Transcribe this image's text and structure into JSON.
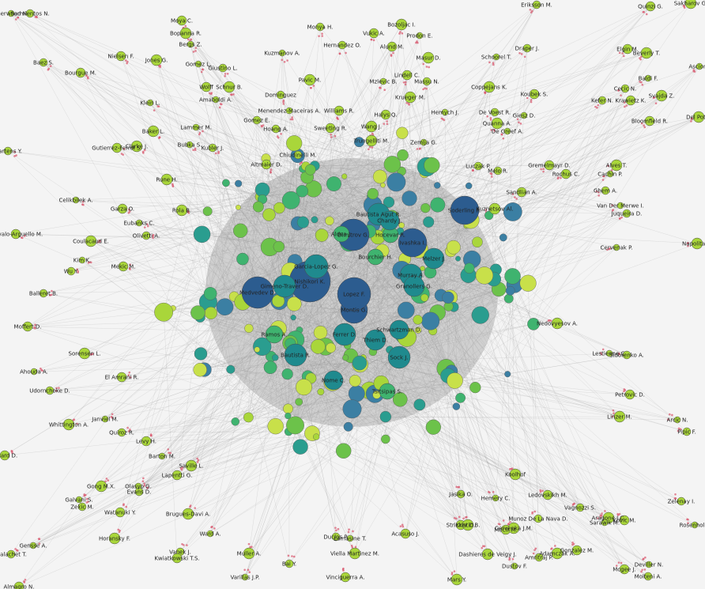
{
  "graph": {
    "node_color_small": "#a9d63a",
    "node_color_mid": "#3fb36f",
    "node_color_large": "#1f8a8e",
    "node_color_center": "#2c5c8f",
    "edge_color": "#9a9a9a",
    "arrow_color": "#d9536a",
    "nodes": [
      {
        "label": "Sherwood N."
      },
      {
        "label": "Sarmientos N."
      },
      {
        "label": "Moya C."
      },
      {
        "label": "Bopanna R."
      },
      {
        "label": "Bergs Z."
      },
      {
        "label": "Monya H."
      },
      {
        "label": "Vukic A."
      },
      {
        "label": "Bozoljac I."
      },
      {
        "label": "Prodon E."
      },
      {
        "label": "Eriksson M."
      },
      {
        "label": "Quinzi G."
      },
      {
        "label": "Sakharov G."
      },
      {
        "label": "Kuzmanov A."
      },
      {
        "label": "Hernandez O."
      },
      {
        "label": "Alund M."
      },
      {
        "label": "Masur D."
      },
      {
        "label": "Schoorel T."
      },
      {
        "label": "Draper J."
      },
      {
        "label": "Elgin M."
      },
      {
        "label": "Beverly T."
      },
      {
        "label": "Ascione"
      },
      {
        "label": "Baez S."
      },
      {
        "label": "Nielsen F."
      },
      {
        "label": "Jones G."
      },
      {
        "label": "Gomez L."
      },
      {
        "label": "Giustino L."
      },
      {
        "label": "Bourgue M."
      },
      {
        "label": "Pavic M."
      },
      {
        "label": "Mzlevic B."
      },
      {
        "label": "Massu N."
      },
      {
        "label": "Lindell C."
      },
      {
        "label": "Coppejans K."
      },
      {
        "label": "Baldi F."
      },
      {
        "label": "Cecic N."
      },
      {
        "label": "Wolff"
      },
      {
        "label": "Schnur B."
      },
      {
        "label": "Amaboldi A."
      },
      {
        "label": "Dominguez"
      },
      {
        "label": "Koubek S."
      },
      {
        "label": "Svajda Z."
      },
      {
        "label": "Klein L."
      },
      {
        "label": "Kefer N."
      },
      {
        "label": "Krawietz K."
      },
      {
        "label": "Del Potro"
      },
      {
        "label": "Menendez-Maceiras A."
      },
      {
        "label": "Gomez E."
      },
      {
        "label": "Williams R."
      },
      {
        "label": "Krueger M."
      },
      {
        "label": "Hemych J."
      },
      {
        "label": "De Voest R."
      },
      {
        "label": "Bloomfield R."
      },
      {
        "label": "Baker L."
      },
      {
        "label": "Lammer M."
      },
      {
        "label": "Hoang A."
      },
      {
        "label": "Halys Q."
      },
      {
        "label": "Quanna A."
      },
      {
        "label": "Giesz D."
      },
      {
        "label": "Martens Y."
      },
      {
        "label": "Gutierrez-Ferrol S."
      },
      {
        "label": "Clarke J."
      },
      {
        "label": "Bubka S."
      },
      {
        "label": "Kubler J."
      },
      {
        "label": "Sweeting R."
      },
      {
        "label": "Wang J."
      },
      {
        "label": "De Greef A."
      },
      {
        "label": "Chiudinelli M."
      },
      {
        "label": "Altmaier D."
      },
      {
        "label": "Trungelliti M."
      },
      {
        "label": "Zemlja G."
      },
      {
        "label": "Luczak P."
      },
      {
        "label": "Gremelmayr D."
      },
      {
        "label": "Alves T."
      },
      {
        "label": "Cachin P."
      },
      {
        "label": "Melo R."
      },
      {
        "label": "Rochus C."
      },
      {
        "label": "Rune H."
      },
      {
        "label": "Celikbilek A."
      },
      {
        "label": "Ghem A."
      },
      {
        "label": "Sandlian A."
      },
      {
        "label": "Kuznetsov Al."
      },
      {
        "label": "Van Der Merwe I."
      },
      {
        "label": "Juqueira D."
      },
      {
        "label": "Garza O."
      },
      {
        "label": "Rola B."
      },
      {
        "label": "Eubanks C."
      },
      {
        "label": "Olivetti A."
      },
      {
        "label": "Arevalo-Arguello M."
      },
      {
        "label": "Coulacaud E."
      },
      {
        "label": "Kim K."
      },
      {
        "label": "Wu Y."
      },
      {
        "label": "Mekic M."
      },
      {
        "label": "Napolitano"
      },
      {
        "label": "Cervenak P."
      },
      {
        "label": "Balleret B."
      },
      {
        "label": "Moffert D."
      },
      {
        "label": "Sorensen L."
      },
      {
        "label": "Ahouda A."
      },
      {
        "label": "Udornchoke D."
      },
      {
        "label": "El Amrani R."
      },
      {
        "label": "Whittington A."
      },
      {
        "label": "Janviel M."
      },
      {
        "label": "Quiroz R."
      },
      {
        "label": "Levy H."
      },
      {
        "label": "Nedovyesov A."
      },
      {
        "label": "Lestienne C."
      },
      {
        "label": "Sidorenko A."
      },
      {
        "label": "Petrovic D."
      },
      {
        "label": "Linzer M."
      },
      {
        "label": "Arcic N."
      },
      {
        "label": "Pipic F."
      },
      {
        "label": "Ercard D."
      },
      {
        "label": "Gong M.X."
      },
      {
        "label": "Galvani S."
      },
      {
        "label": "Zekic M."
      },
      {
        "label": "Watanuki Y."
      },
      {
        "label": "Horansky F."
      },
      {
        "label": "Gensse A."
      },
      {
        "label": "Malachet T."
      },
      {
        "label": "Almagro N."
      },
      {
        "label": "Brugues-Davi A."
      },
      {
        "label": "Ward A."
      },
      {
        "label": "Vanek J."
      },
      {
        "label": "Kwiatkowski T.S."
      },
      {
        "label": "Muller A."
      },
      {
        "label": "Varillas J.P."
      },
      {
        "label": "Bai Y."
      },
      {
        "label": "Vinciguerra A."
      },
      {
        "label": "Viella Martinez M."
      },
      {
        "label": "Lamasine T."
      },
      {
        "label": "Duclos P."
      },
      {
        "label": "Acasuso J."
      },
      {
        "label": "Dashieres de Veigy J."
      },
      {
        "label": "Dustov F."
      },
      {
        "label": "Amritraj P."
      },
      {
        "label": "Gonzalez M."
      },
      {
        "label": "Adamczak A."
      },
      {
        "label": "Deviller N."
      },
      {
        "label": "Molteni A."
      },
      {
        "label": "Mcgee J."
      },
      {
        "label": "Mars Y."
      },
      {
        "label": "Rosenholm"
      },
      {
        "label": "Zelenay I."
      },
      {
        "label": "Kovic M."
      },
      {
        "label": "Aragone J.C."
      },
      {
        "label": "Sarawik M."
      },
      {
        "label": "Vagnozzi S."
      },
      {
        "label": "Ledovskikh M."
      },
      {
        "label": "Koolhof"
      },
      {
        "label": "Hemery C."
      },
      {
        "label": "Jasika O."
      },
      {
        "label": "Stricker D."
      },
      {
        "label": "Kristic B."
      },
      {
        "label": "Olasyo G."
      },
      {
        "label": "Evans D."
      },
      {
        "label": "Lapentti G."
      },
      {
        "label": "Saville L."
      },
      {
        "label": "Barton M."
      },
      {
        "label": "Munoz De La Nava D."
      },
      {
        "label": "Mecir M."
      },
      {
        "label": "Cervenka J.M."
      },
      {
        "label": "Nishikori K."
      },
      {
        "label": "Dimitrov G."
      },
      {
        "label": "Montis G."
      },
      {
        "label": "Lopez F."
      },
      {
        "label": "Bautista Agut R."
      },
      {
        "label": "Melzer J."
      },
      {
        "label": "Garcia-Lopez G."
      },
      {
        "label": "Murray A."
      },
      {
        "label": "Granollers G."
      },
      {
        "label": "Soderling R."
      },
      {
        "label": "Ivashka I."
      },
      {
        "label": "Medvedev D."
      },
      {
        "label": "Gimeno-Traver D."
      },
      {
        "label": "Bautista R."
      },
      {
        "label": "Sock J."
      },
      {
        "label": "Schwartzman D."
      },
      {
        "label": "Thiem D."
      },
      {
        "label": "Bourchier H."
      },
      {
        "label": "Hocevar R."
      },
      {
        "label": "Aldea J."
      },
      {
        "label": "Ramos A."
      },
      {
        "label": "Nome C."
      },
      {
        "label": "Tsitsipas S."
      },
      {
        "label": "Ferrer D."
      },
      {
        "label": "Chardy J."
      }
    ]
  }
}
